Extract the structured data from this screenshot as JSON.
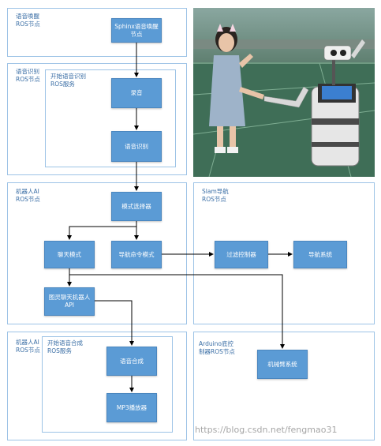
{
  "panels": {
    "wake": "语音唤醒\nROS节点",
    "asr": "语音识别\nROS节点",
    "asr_service": "开始语音识别\nROS服务",
    "ai": "机器人AI\nROS节点",
    "slam": "Slam导航\nROS节点",
    "ai2": "机器人AI\nROS节点",
    "tts_service": "开始语音合成\nROS服务",
    "arduino": "Arduino底控\n制器ROS节点"
  },
  "nodes": {
    "sphinx": "Sphinx语音唤醒\n节点",
    "record": "录音",
    "recognize": "语音识别",
    "mode_select": "模式选择器",
    "chat_mode": "聊天模式",
    "nav_mode": "导航命令模式",
    "turing_api": "图灵聊天机器人\nAPI",
    "filter": "过滤控制器",
    "nav_system": "导航系统",
    "tts": "语音合成",
    "mp3": "MP3播放器",
    "arm": "机械臂系统"
  },
  "watermark": "https://blog.csdn.net/fengmao31",
  "colors": {
    "node_fill": "#5b9bd5",
    "panel_border": "#9dc3e6",
    "label_text": "#3a6ea5",
    "arrow": "#000000"
  }
}
